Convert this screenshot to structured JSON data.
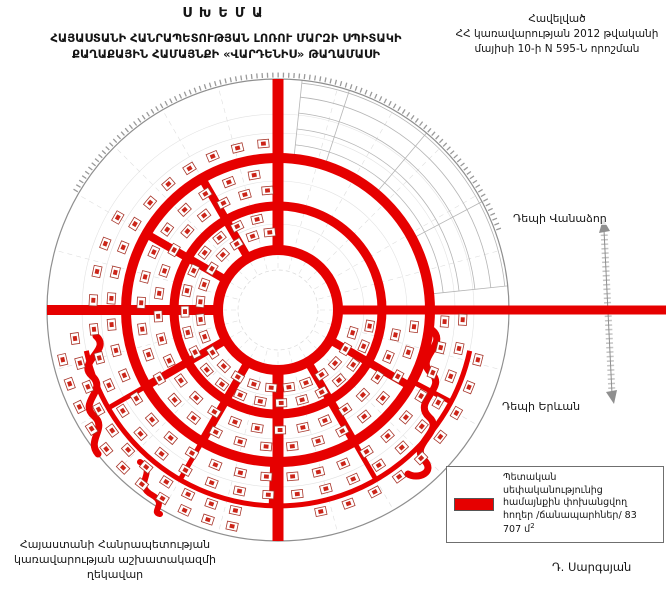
{
  "colors": {
    "road": "#e60000",
    "building_outline": "#a8352a",
    "building_fill": "#cc2418",
    "boundary": "#8f8f8f"
  },
  "header": {
    "scheme_label": "ՍԽԵՄԱ",
    "title_line1": "ՀԱՅԱՍՏԱՆԻ ՀԱՆՐԱՊԵՏՈՒԹՅԱՆ ԼՈՌՈՒ ՄԱՐԶԻ ՍՊԻՏԱԿԻ",
    "title_line2": "ՔԱՂԱՔԱՅԻՆ ՀԱՄԱՅՆՔԻ «ՎԱՐԴԵՆԻՍ» ԹԱՂԱՄԱՍԻ"
  },
  "annex": {
    "line1": "Հավելված",
    "line2": "ՀՀ կառավարության 2012 թվականի",
    "line3": "մայիսի 10-ի N 595-Ն որոշման"
  },
  "map_labels": {
    "to_vanadzor": "Դեպի Վանաձոր",
    "to_yerevan": "Դեպի Երևան"
  },
  "legend": {
    "line1": "Պետական սեփականությունից",
    "line2": "համայնքին փոխանցվող",
    "line3": "հողեր /ճանապարհներ/ 83 707 մ",
    "sup": "2"
  },
  "footer": {
    "office_line1": "Հայաստանի Հանրապետության",
    "office_line2": "կառավարության աշխատակազմի",
    "office_line3": "ղեկավար",
    "signature": "Դ. Սարգսյան"
  }
}
